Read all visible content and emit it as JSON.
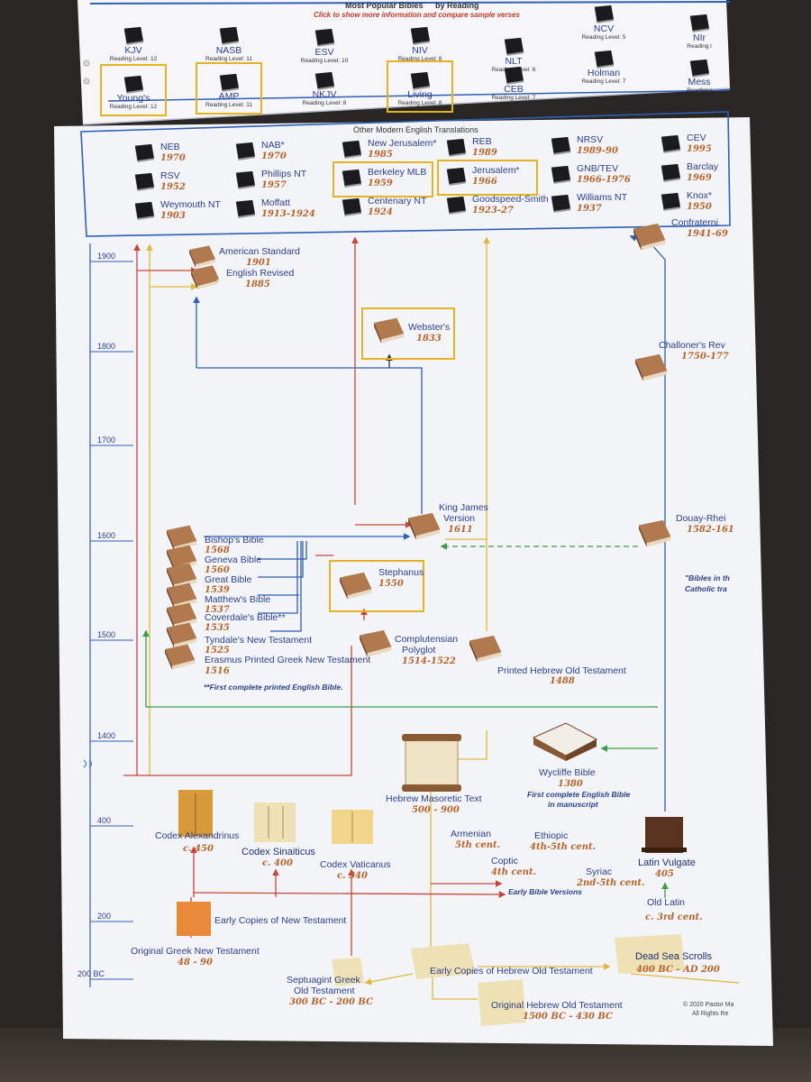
{
  "colors": {
    "background": "#2a2624",
    "paper": "#f4f5f9",
    "blue": "#2f5fb5",
    "red": "#c8453a",
    "yellow": "#e0b83a",
    "green": "#3d9a4a",
    "highlight": "#e3b322",
    "book": "#b07a4e"
  },
  "popular": {
    "heading": "Most Popular Bibles",
    "heading_suffix": "by Reading",
    "subheading": "Click to show more information and compare sample verses",
    "row1": [
      {
        "name": "KJV",
        "level": "Reading Level: 12"
      },
      {
        "name": "NASB",
        "level": "Reading Level: 11"
      },
      {
        "name": "ESV",
        "level": "Reading Level: 10"
      },
      {
        "name": "NIV",
        "level": "Reading Level: 8"
      },
      {
        "name": "NLT",
        "level": "Reading Level: 6"
      },
      {
        "name": "NCV",
        "level": "Reading Level: 5"
      },
      {
        "name": "NIr",
        "level": "Reading l"
      }
    ],
    "row2": [
      {
        "name": "Young's",
        "level": "Reading Level: 12",
        "highlight": true
      },
      {
        "name": "AMP",
        "level": "Reading Level: 11",
        "highlight": true
      },
      {
        "name": "NKJV",
        "level": "Reading Level: 8",
        "highlight": false
      },
      {
        "name": "Living",
        "level": "Reading Level: 8",
        "highlight": true
      },
      {
        "name": "CEB",
        "level": "Reading Level: 7",
        "highlight": false
      },
      {
        "name": "Holman",
        "level": "Reading Level: 7",
        "highlight": false
      },
      {
        "name": "Mess",
        "level": "Reading l",
        "highlight": false
      }
    ]
  },
  "modern": {
    "heading": "Other Modern English Translations",
    "items": [
      {
        "name": "NEB",
        "date": "1970"
      },
      {
        "name": "NAB*",
        "date": "1970"
      },
      {
        "name": "New Jerusalem*",
        "date": "1985"
      },
      {
        "name": "REB",
        "date": "1989"
      },
      {
        "name": "NRSV",
        "date": "1989-90"
      },
      {
        "name": "CEV",
        "date": "1995"
      },
      {
        "name": "RSV",
        "date": "1952"
      },
      {
        "name": "Phillips NT",
        "date": "1957"
      },
      {
        "name": "Berkeley MLB",
        "date": "1959",
        "highlight": true
      },
      {
        "name": "Jerusalem*",
        "date": "1966",
        "highlight": true
      },
      {
        "name": "GNB/TEV",
        "date": "1966-1976"
      },
      {
        "name": "Barclay",
        "date": "1969"
      },
      {
        "name": "Weymouth NT",
        "date": "1903"
      },
      {
        "name": "Moffatt",
        "date": "1913-1924"
      },
      {
        "name": "Centenary NT",
        "date": "1924"
      },
      {
        "name": "Goodspeed-Smith",
        "date": "1923-27"
      },
      {
        "name": "Williams NT",
        "date": "1937"
      },
      {
        "name": "Knox*",
        "date": "1950"
      }
    ]
  },
  "timeline": {
    "ticks": [
      "1900",
      "1800",
      "1700",
      "1600",
      "1500",
      "1400",
      "400",
      "200",
      "200 BC"
    ]
  },
  "nodes": {
    "confraternity": {
      "name": "Confraterni",
      "date": "1941-69"
    },
    "american_standard": {
      "name": "American Standard",
      "date": "1901"
    },
    "english_revised": {
      "name": "English Revised",
      "date": "1885"
    },
    "websters": {
      "name": "Webster's",
      "date": "1833"
    },
    "challoner": {
      "name": "Challoner's Rev",
      "date": "1750-177"
    },
    "kjv": {
      "name": "King James",
      "name2": "Version",
      "date": "1611"
    },
    "douay": {
      "name": "Douay-Rhei",
      "date": "1582-161"
    },
    "bishops": {
      "name": "Bishop's Bible",
      "date": "1568"
    },
    "geneva": {
      "name": "Geneva Bible",
      "date": "1560"
    },
    "great": {
      "name": "Great Bible",
      "date": "1539"
    },
    "matthews": {
      "name": "Matthew's Bible",
      "date": "1537"
    },
    "coverdale": {
      "name": "Coverdale's Bible**",
      "date": "1535"
    },
    "tyndale": {
      "name": "Tyndale's New Testament",
      "date": "1525"
    },
    "erasmus": {
      "name": "Erasmus Printed Greek New Testament",
      "date": "1516"
    },
    "stephanus": {
      "name": "Stephanus",
      "date": "1550"
    },
    "complutensian": {
      "name": "Complutensian",
      "name2": "Polyglot",
      "date": "1514-1522"
    },
    "printed_hebrew": {
      "name": "Printed Hebrew Old Testament",
      "date": "1488"
    },
    "wycliffe": {
      "name": "Wycliffe Bible",
      "date": "1380",
      "note": "First complete English Bible",
      "note2": "in manuscript"
    },
    "masoretic": {
      "name": "Hebrew Masoretic Text",
      "date": "500 - 900"
    },
    "alexandrinus": {
      "name": "Codex Alexandrinus",
      "date": "c. 450"
    },
    "sinaiticus": {
      "name": "Codex Sinaiticus",
      "date": "c. 400"
    },
    "vaticanus": {
      "name": "Codex Vaticanus",
      "date": "c. 340"
    },
    "armenian": {
      "name": "Armenian",
      "date": "5th cent."
    },
    "ethiopic": {
      "name": "Ethiopic",
      "date": "4th-5th cent."
    },
    "coptic": {
      "name": "Coptic",
      "date": "4th cent."
    },
    "syriac": {
      "name": "Syriac",
      "date": "2nd-5th cent."
    },
    "early_versions": {
      "name": "Early Bible Versions"
    },
    "latin_vulgate": {
      "name": "Latin Vulgate",
      "date": "405"
    },
    "old_latin": {
      "name": "Old Latin",
      "date": "c. 3rd cent."
    },
    "early_nt": {
      "name": "Early Copies of New Testament"
    },
    "original_greek_nt": {
      "name": "Original Greek New Testament",
      "date": "48 - 90"
    },
    "dead_sea": {
      "name": "Dead Sea Scrolls",
      "date": "400 BC - AD 200"
    },
    "early_hebrew_ot": {
      "name": "Early Copies of Hebrew Old Testament"
    },
    "septuagint": {
      "name": "Septuagint Greek",
      "name2": "Old Testament",
      "date": "300 BC - 200 BC"
    },
    "original_hebrew_ot": {
      "name": "Original Hebrew Old Testament",
      "date": "1500 BC - 430 BC"
    }
  },
  "notes": {
    "first_printed": "**First complete printed English Bible.",
    "catholic": "\"Bibles in th",
    "catholic2": "Catholic tra",
    "copyright": "© 2020 Pastor Ma",
    "rights": "All Rights Re"
  }
}
